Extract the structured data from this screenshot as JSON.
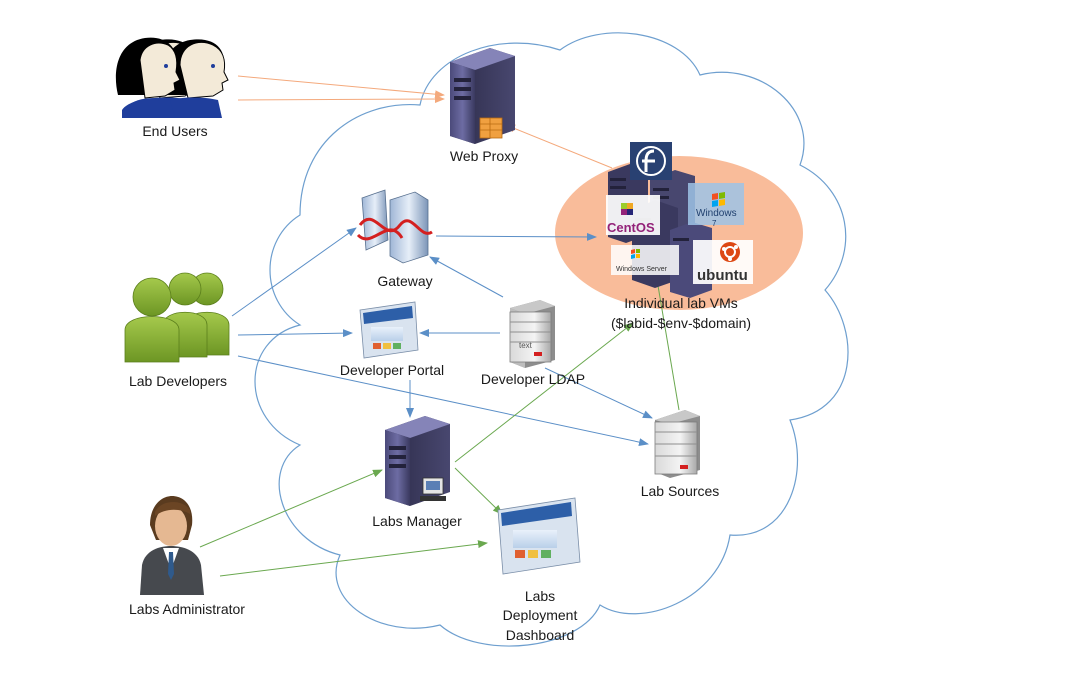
{
  "actors": {
    "end_users": "End Users",
    "lab_developers": "Lab Developers",
    "labs_administrator": "Labs Administrator"
  },
  "nodes": {
    "web_proxy": "Web Proxy",
    "gateway": "Gateway",
    "developer_portal": "Developer Portal",
    "developer_ldap": "Developer LDAP",
    "labs_manager": "Labs Manager",
    "lab_sources": "Lab Sources",
    "dashboard_line1": "Labs",
    "dashboard_line2": "Deployment",
    "dashboard_line3": "Dashboard",
    "vms_line1": "Individual lab VMs",
    "vms_line2": "($labid-$env-$domain)"
  },
  "os_logos": {
    "centos": "CentOS",
    "windows": "Windows",
    "windows_version": "7",
    "windows_server": "Windows Server",
    "ubuntu": "ubuntu",
    "ldap_tag": "text"
  },
  "colors": {
    "cloud_stroke": "#6e9fcf",
    "vm_blob": "#f9bc9a",
    "arrow_orange": "#f4a97c",
    "arrow_blue": "#5b8fc7",
    "arrow_green": "#6aa84f"
  }
}
